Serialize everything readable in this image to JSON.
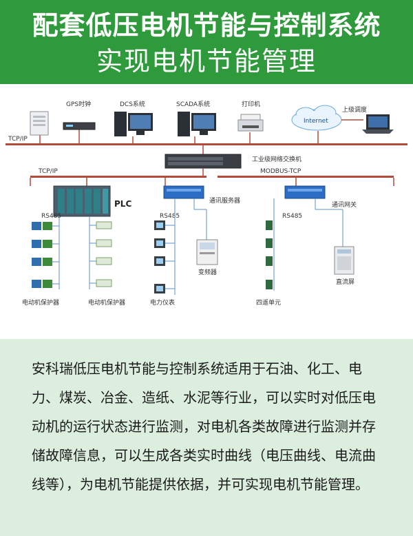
{
  "header": {
    "title_line1": "配套低压电机节能与控制系统",
    "title_line2": "实现电机节能管理"
  },
  "diagram": {
    "top_devices": {
      "gps": "GPS时钟",
      "dcs": "DCS系统",
      "scada": "SCADA系统",
      "printer": "打印机",
      "internet": "Internet",
      "upper_dispatch": "上级调度"
    },
    "bus_top": "TCP/IP",
    "switch": "工业级网络交换机",
    "bus_left": "TCP/IP",
    "bus_right": "MODBUS-TCP",
    "plc": "PLC",
    "rs485_plc": "RS485",
    "comm_server": "通讯服务器",
    "rs485_server": "RS485",
    "comm_gateway": "通讯网关",
    "rs485_gateway": "RS485",
    "inverter": "变频器",
    "dc_panel": "直流屏",
    "motor_protector_1": "电动机保护器",
    "motor_protector_2": "电动机保护器",
    "power_meter": "电力仪表",
    "remote_unit": "四遥单元"
  },
  "description": "安科瑞低压电机节能与控制系统适用于石油、化工、电力、煤炭、冶金、造纸、水泥等行业，可以实时对低压电动机的运行状态进行监测，对电机各类故障进行监测并存储故障信息，可以生成各类实时曲线（电压曲线、电流曲线等），为电机节能提供依据，并可实现电机节能管理。"
}
